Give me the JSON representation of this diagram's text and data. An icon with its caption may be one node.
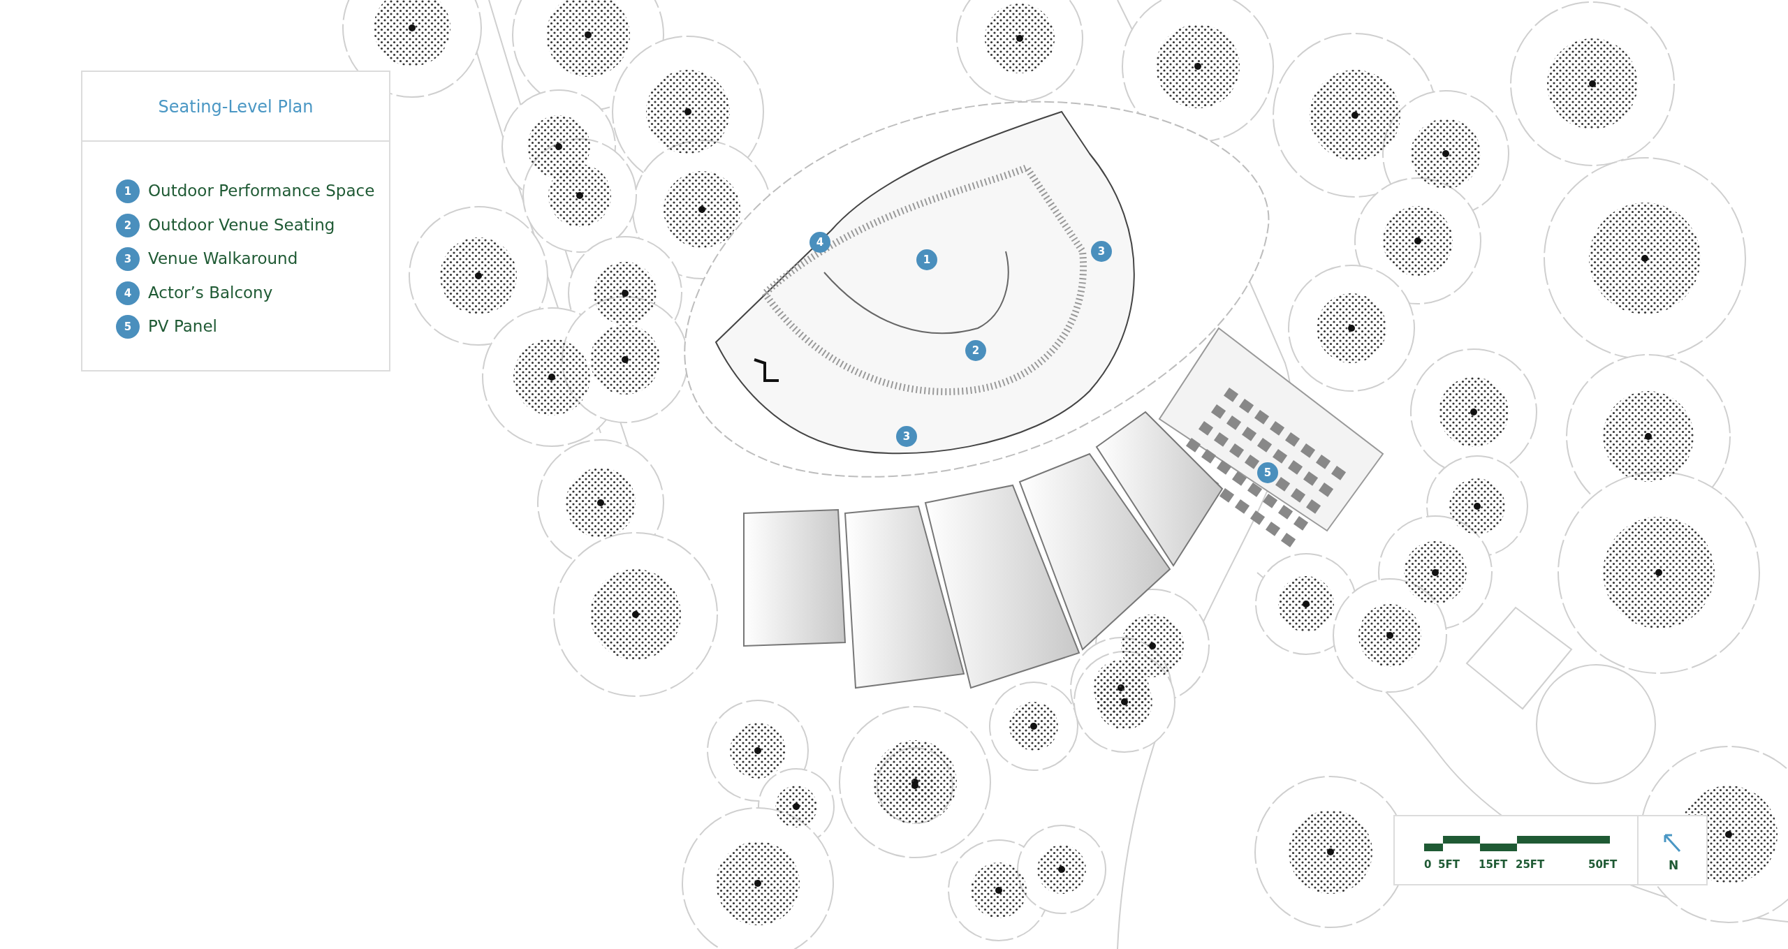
{
  "diagram": {
    "title": "Seating-Level Plan",
    "labels": [
      "1",
      "Outdoor Performance Space",
      "2",
      "Outdoor Venue Seating",
      "3",
      "Venue Walkaround",
      "4",
      "Actor’s Balcony",
      "5",
      "PV Panel",
      "4",
      "1",
      "3",
      "2",
      "3",
      "5",
      "0",
      "5FT",
      "15FT",
      "25FT",
      "50FT",
      "N"
    ]
  }
}
